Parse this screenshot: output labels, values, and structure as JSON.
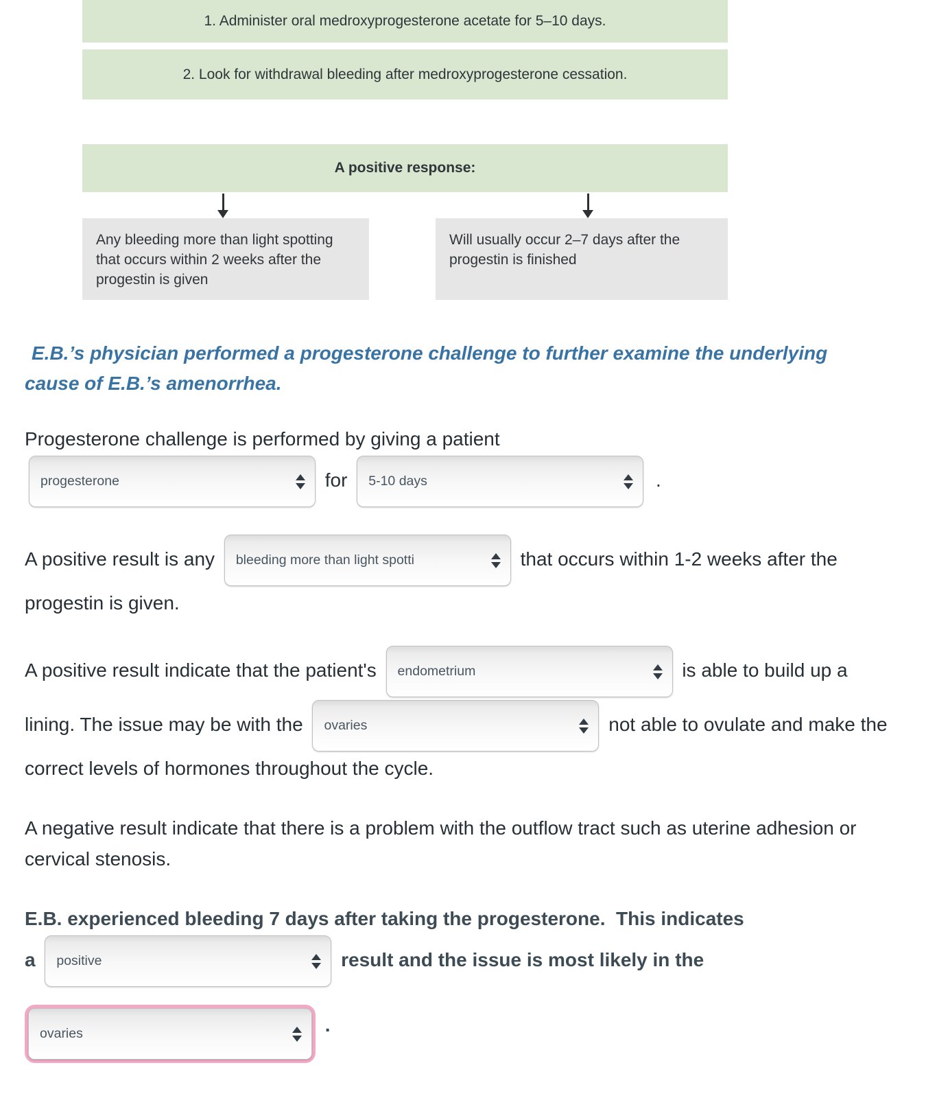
{
  "flowchart": {
    "step1": "1. Administer oral medroxyprogesterone acetate for 5–10 days.",
    "step2": "2. Look for withdrawal bleeding after medroxyprogesterone cessation.",
    "header": "A positive response:",
    "branch_left": "Any bleeding more than light spotting that occurs within 2 weeks after the progestin is given",
    "branch_right": "Will usually occur 2–7 days after the progestin is finished"
  },
  "case_note": "E.B.’s physician performed a progesterone challenge to further examine the underlying cause of E.B.’s amenorrhea.",
  "q1": {
    "lead": "Progesterone challenge is performed by giving a patient",
    "drug_value": "progesterone",
    "mid": "for",
    "duration_value": "5-10 days",
    "period": "."
  },
  "q2": {
    "pre": "A positive result is any",
    "select_value": "bleeding more than light spotti",
    "post": "that occurs within 1-2 weeks after the progestin is given."
  },
  "q3": {
    "pre": "A positive result indicate that the patient's",
    "select1_value": "endometrium",
    "mid": "is able to build up a lining. The issue may be with the",
    "select2_value": "ovaries",
    "post": "not able to ovulate and make the correct levels of hormones throughout the cycle."
  },
  "q4": {
    "text": "A negative result indicate that there is a problem with the outflow tract such as uterine adhesion or cervical stenosis."
  },
  "q5": {
    "lead": "E.B. experienced bleeding 7 days after taking the progesterone.  This indicates",
    "article": "a",
    "select1_value": "positive",
    "mid": "result and the issue is most likely in the",
    "select2_value": "ovaries",
    "period": "."
  },
  "colors": {
    "flowchart_green": "#d9e7d0",
    "flowchart_gray": "#e6e6e6",
    "note_blue": "#3973a4",
    "highlight_pink": "#f2a9c5"
  }
}
